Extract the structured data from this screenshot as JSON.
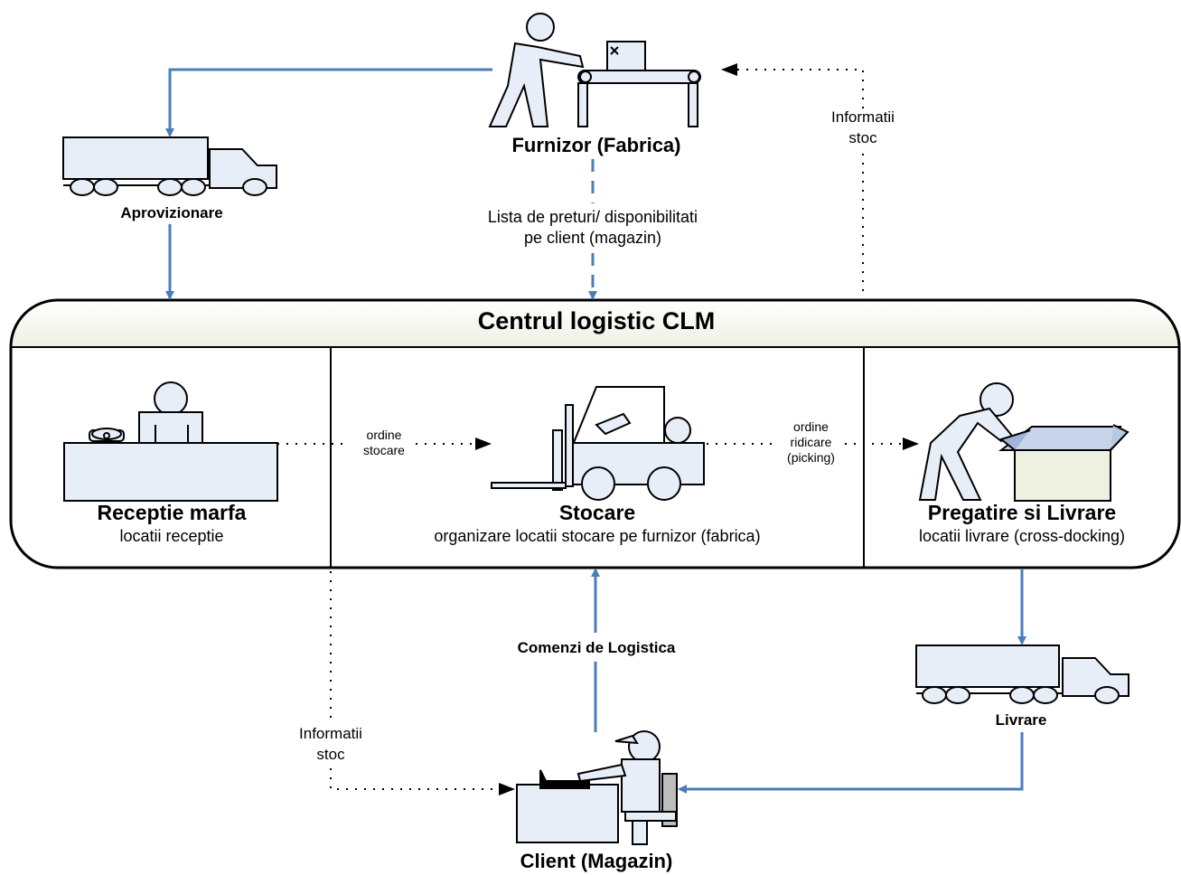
{
  "center": {
    "title": "Centrul logistic CLM",
    "sections": [
      {
        "title": "Receptie marfa",
        "subtitle": "locatii receptie"
      },
      {
        "title": "Stocare",
        "subtitle": "organizare locatii stocare pe furnizor (fabrica)"
      },
      {
        "title": "Pregatire si Livrare",
        "subtitle": "locatii livrare (cross-docking)"
      }
    ]
  },
  "nodes": {
    "supplier": "Furnizor (Fabrica)",
    "procurement": "Aprovizionare",
    "delivery": "Livrare",
    "client": "Client (Magazin)"
  },
  "flows": {
    "price_list": [
      "Lista de preturi/ disponibilitati",
      "pe client (magazin)"
    ],
    "stock_info_top": [
      "Informatii",
      "stoc"
    ],
    "stock_info_bottom": [
      "Informatii",
      "stoc"
    ],
    "logistics_orders": "Comenzi de Logistica",
    "storage_orders": [
      "ordine",
      "stocare"
    ],
    "picking_orders": [
      "ordine",
      "ridicare",
      "(picking)"
    ]
  },
  "colors": {
    "arrow_blue": "#4a7ebb",
    "fill_light": "#e8eef8",
    "outline": "#000000",
    "header_fill": "#f6f6ee"
  }
}
